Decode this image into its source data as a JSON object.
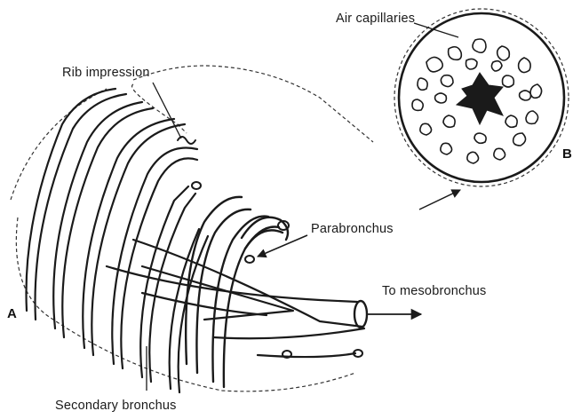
{
  "labels": {
    "air_capillaries": "Air capillaries",
    "rib_impression": "Rib impression",
    "parabronchus": "Parabronchus",
    "to_mesobronchus": "To mesobronchus",
    "secondary_bronchus": "Secondary bronchus"
  },
  "panels": {
    "a": "A",
    "b": "B"
  }
}
